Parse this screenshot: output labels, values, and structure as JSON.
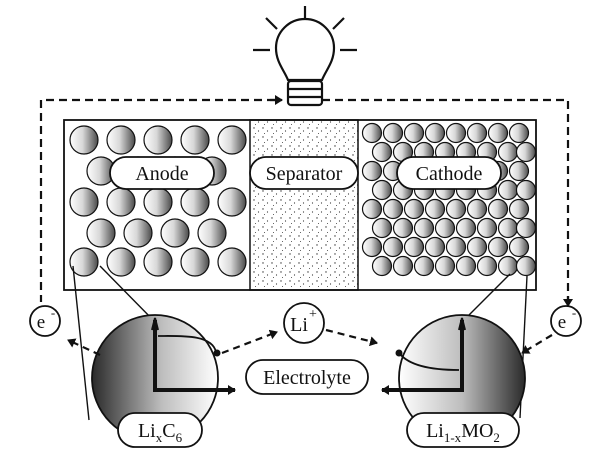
{
  "labels": {
    "anode": "Anode",
    "separator": "Separator",
    "cathode": "Cathode",
    "electron": "e",
    "electron_sup": "-",
    "lithium_ion": "Li",
    "lithium_ion_sup": "+",
    "electrolyte": "Electrolyte",
    "anode_material": {
      "a": "Li",
      "b": "x",
      "c": "C",
      "d": "6"
    },
    "cathode_material": {
      "a": "Li",
      "b": "1-x",
      "c": "MO",
      "d": "2"
    }
  },
  "colors": {
    "line": "#111111",
    "sphere_light": "#ffffff",
    "sphere_dark": "#555555"
  }
}
